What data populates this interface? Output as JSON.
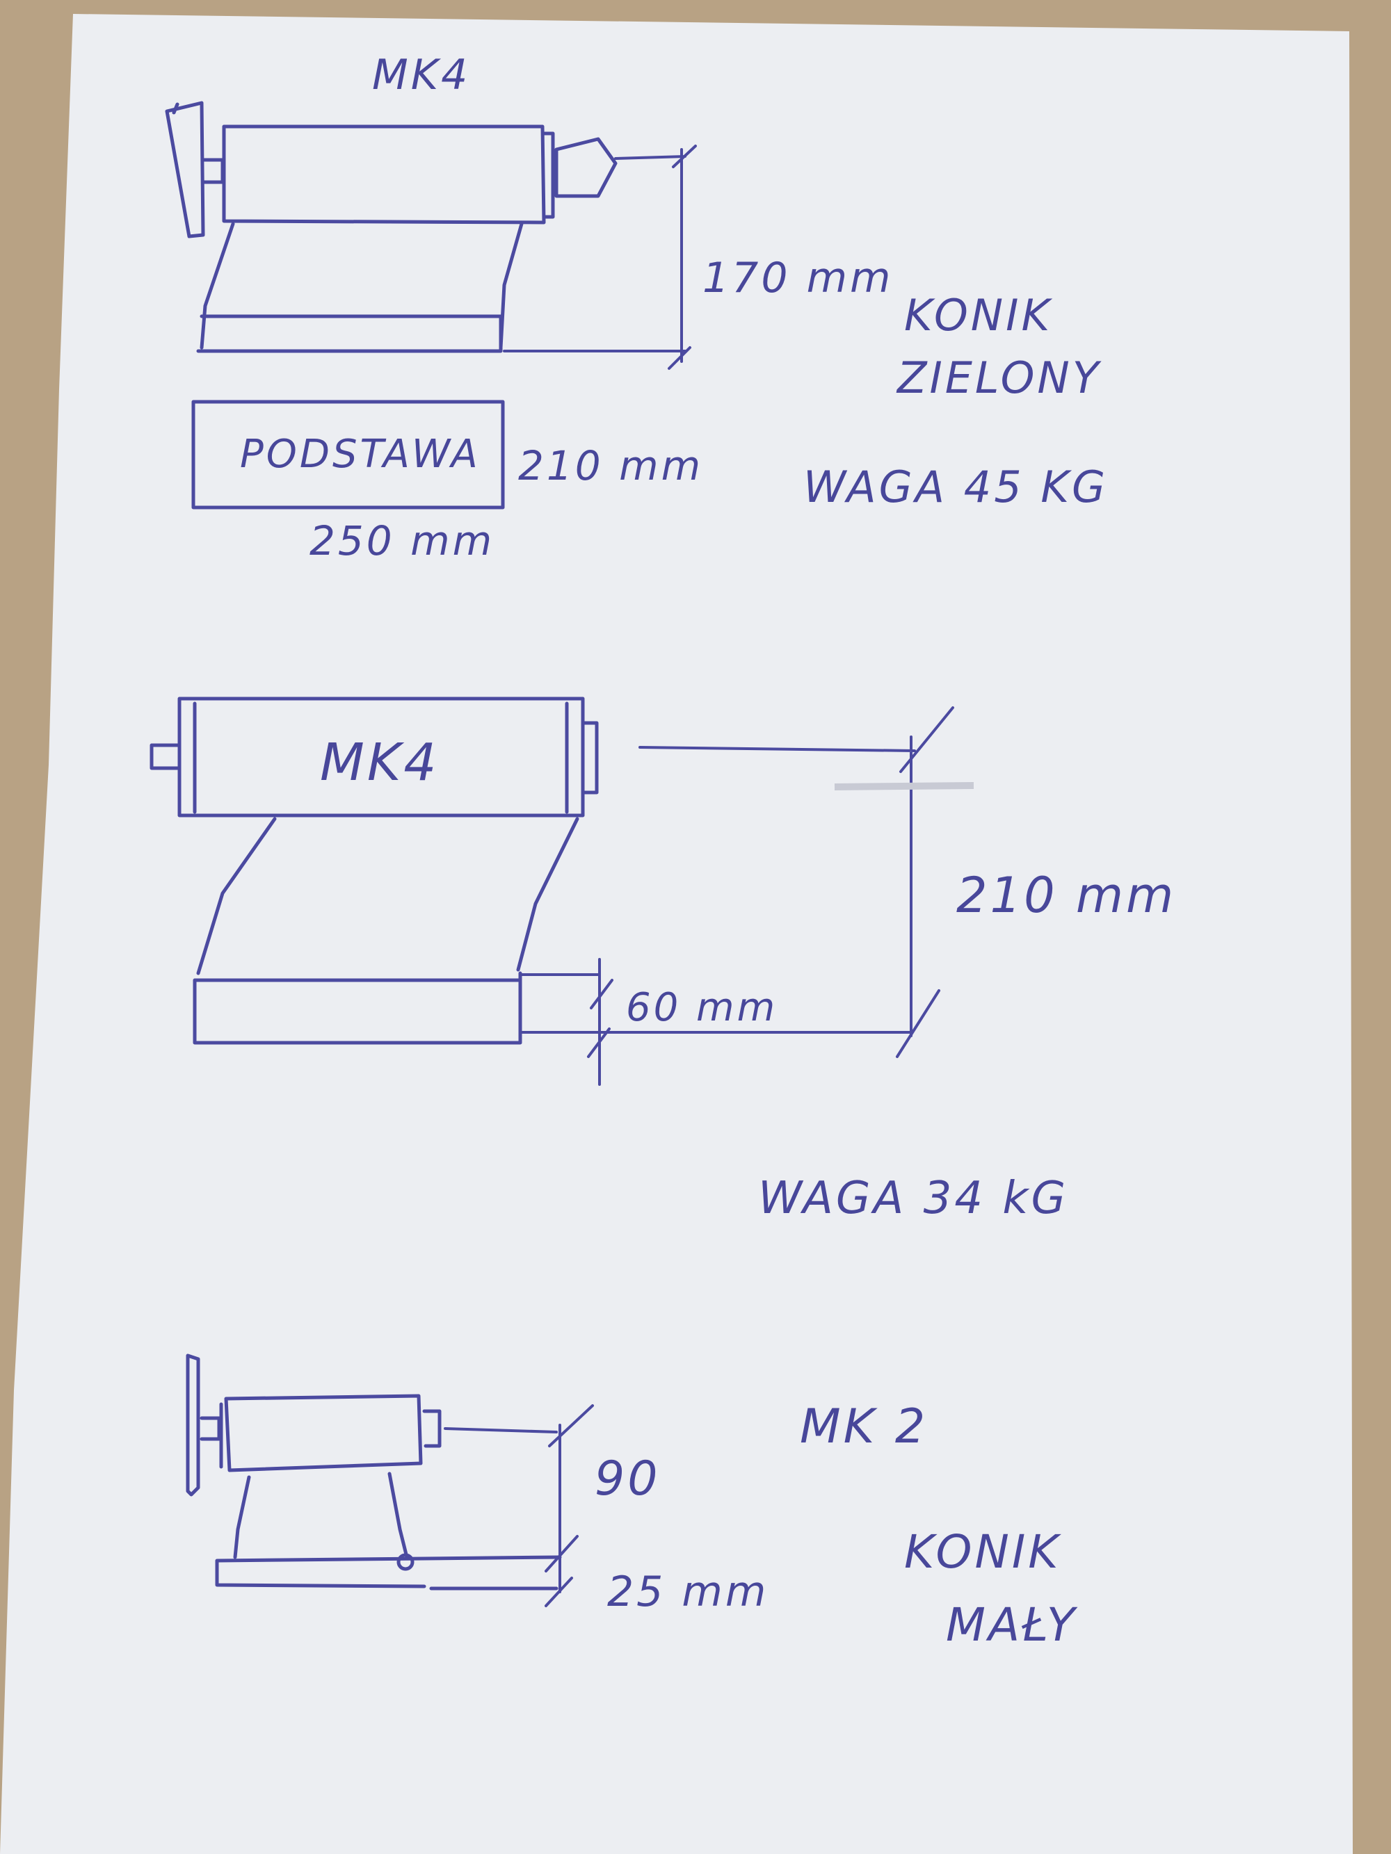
{
  "colors": {
    "paper": "#eceef2",
    "ink": "#4b4aa0",
    "background": "#b8a284"
  },
  "sketch1": {
    "title": "MK4",
    "height_dim": "170 mm",
    "name_line1": "KONIK",
    "name_line2": "ZIELONY",
    "base_label": "PODSTAWA",
    "base_height_dim": "210 mm",
    "base_width_dim": "250 mm",
    "weight": "WAGA 45 KG"
  },
  "sketch2": {
    "title": "MK4",
    "height_dim": "210 mm",
    "base_dim": "60 mm",
    "weight": "WAGA 34 kG"
  },
  "sketch3": {
    "title": "MK 2",
    "height_dim": "90",
    "base_dim": "25 mm",
    "name_line1": "KONIK",
    "name_line2": "MAŁY"
  }
}
